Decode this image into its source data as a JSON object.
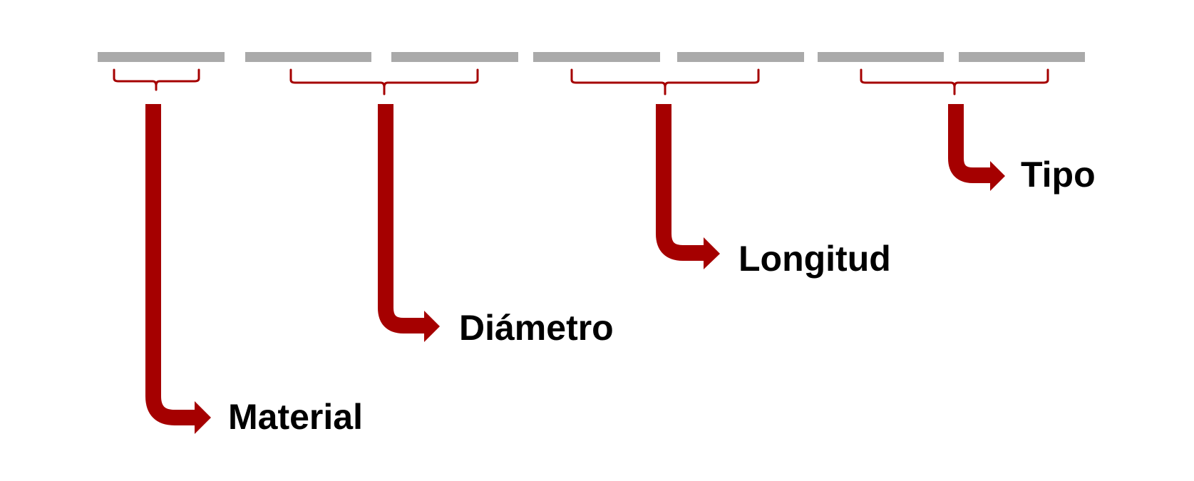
{
  "labels": {
    "material": "Material",
    "diametro": "Diámetro",
    "longitud": "Longitud",
    "tipo": "Tipo"
  },
  "colors": {
    "segment": "#aaaaaa",
    "bracket": "#a50000",
    "arrow": "#a50000",
    "text": "#000000"
  }
}
